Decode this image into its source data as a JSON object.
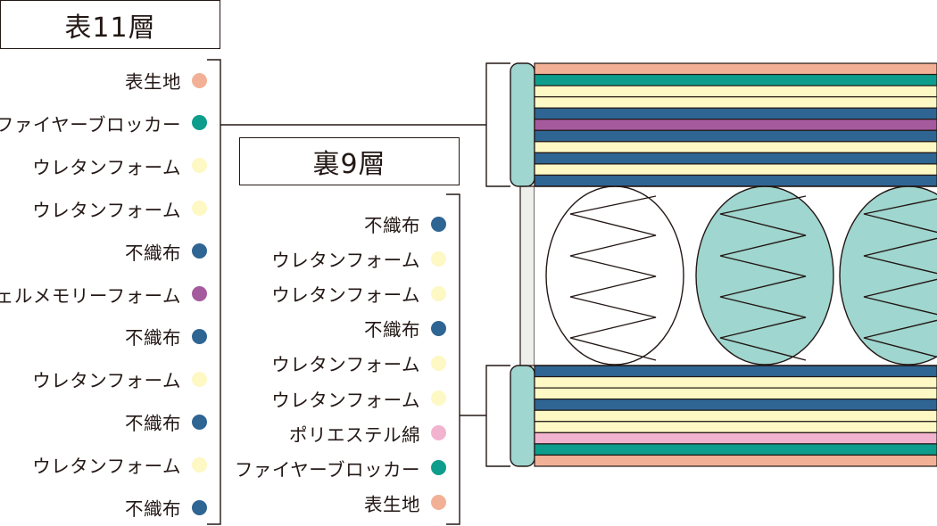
{
  "top": {
    "title": "表11層",
    "layers": [
      {
        "label": "表生地",
        "color": "#f2b196"
      },
      {
        "label": "ファイヤーブロッカー",
        "color": "#0e9d8c"
      },
      {
        "label": "ウレタンフォーム",
        "color": "#fdf8c4"
      },
      {
        "label": "ウレタンフォーム",
        "color": "#fdf8c4"
      },
      {
        "label": "不織布",
        "color": "#2f6593"
      },
      {
        "label": "ジェルメモリーフォーム",
        "color": "#a55a9e"
      },
      {
        "label": "不織布",
        "color": "#2f6593"
      },
      {
        "label": "ウレタンフォーム",
        "color": "#fdf8c4"
      },
      {
        "label": "不織布",
        "color": "#2f6593"
      },
      {
        "label": "ウレタンフォーム",
        "color": "#fdf8c4"
      },
      {
        "label": "不織布",
        "color": "#2f6593"
      }
    ]
  },
  "bottom": {
    "title": "裏9層",
    "layers": [
      {
        "label": "不織布",
        "color": "#2f6593"
      },
      {
        "label": "ウレタンフォーム",
        "color": "#fdf8c4"
      },
      {
        "label": "ウレタンフォーム",
        "color": "#fdf8c4"
      },
      {
        "label": "不織布",
        "color": "#2f6593"
      },
      {
        "label": "ウレタンフォーム",
        "color": "#fdf8c4"
      },
      {
        "label": "ウレタンフォーム",
        "color": "#fdf8c4"
      },
      {
        "label": "ポリエステル綿",
        "color": "#f2b3cf"
      },
      {
        "label": "ファイヤーブロッカー",
        "color": "#0e9d8c"
      },
      {
        "label": "表生地",
        "color": "#f2b196"
      }
    ]
  },
  "colors": {
    "side_panel": "#9fd6cf",
    "coil_pocket": "#9fd6cf",
    "frame_gray": "#eeeeea",
    "line": "#231815"
  }
}
